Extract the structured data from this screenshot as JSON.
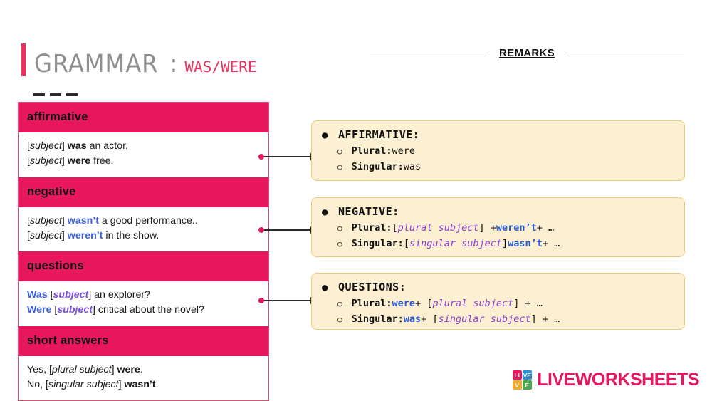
{
  "header": {
    "title_main": "GRAMMAR",
    "title_colon": ":",
    "title_sub": "WAS/WERE",
    "remarks": "REMARKS"
  },
  "table": {
    "sections": [
      {
        "heading": "affirmative",
        "lines": [
          {
            "parts": [
              {
                "t": "[",
                "s": "plain"
              },
              {
                "t": "subject",
                "s": "italic"
              },
              {
                "t": "] ",
                "s": "plain"
              },
              {
                "t": "was",
                "s": "bold"
              },
              {
                "t": " an actor.",
                "s": "plain"
              }
            ]
          },
          {
            "parts": [
              {
                "t": "[",
                "s": "plain"
              },
              {
                "t": "subject",
                "s": "italic"
              },
              {
                "t": "] ",
                "s": "plain"
              },
              {
                "t": "were",
                "s": "bold"
              },
              {
                "t": " free.",
                "s": "plain"
              }
            ]
          }
        ]
      },
      {
        "heading": "negative",
        "lines": [
          {
            "parts": [
              {
                "t": "[",
                "s": "plain"
              },
              {
                "t": "subject",
                "s": "italic"
              },
              {
                "t": "] ",
                "s": "plain"
              },
              {
                "t": "wasn’t",
                "s": "blue"
              },
              {
                "t": " a good performance..",
                "s": "plain"
              }
            ]
          },
          {
            "parts": [
              {
                "t": "[",
                "s": "plain"
              },
              {
                "t": "subject",
                "s": "italic"
              },
              {
                "t": "] ",
                "s": "plain"
              },
              {
                "t": "weren’t",
                "s": "blue"
              },
              {
                "t": " in the show.",
                "s": "plain"
              }
            ]
          }
        ]
      },
      {
        "heading": "questions",
        "lines": [
          {
            "parts": [
              {
                "t": "Was",
                "s": "blue"
              },
              {
                "t": " [",
                "s": "plain"
              },
              {
                "t": "subject",
                "s": "purple-italic"
              },
              {
                "t": "] an explorer?",
                "s": "plain"
              }
            ]
          },
          {
            "parts": [
              {
                "t": "Were",
                "s": "blue"
              },
              {
                "t": " [",
                "s": "plain"
              },
              {
                "t": "subject",
                "s": "purple-italic"
              },
              {
                "t": "] critical about the novel?",
                "s": "plain"
              }
            ]
          }
        ]
      },
      {
        "heading": "short answers",
        "lines": [
          {
            "parts": [
              {
                "t": "Yes, [",
                "s": "plain"
              },
              {
                "t": "plural subject",
                "s": "italic"
              },
              {
                "t": "] ",
                "s": "plain"
              },
              {
                "t": "were",
                "s": "bold"
              },
              {
                "t": ".",
                "s": "plain"
              }
            ]
          },
          {
            "parts": [
              {
                "t": "No, [",
                "s": "plain"
              },
              {
                "t": "singular subject",
                "s": "italic"
              },
              {
                "t": "] ",
                "s": "plain"
              },
              {
                "t": "wasn’t",
                "s": "bold"
              },
              {
                "t": ".",
                "s": "plain"
              }
            ]
          }
        ]
      }
    ]
  },
  "remarks_boxes": [
    {
      "title": "AFFIRMATIVE:",
      "items": [
        {
          "label": "Plural:",
          "parts": [
            {
              "t": " were",
              "s": "plain"
            }
          ]
        },
        {
          "label": "Singular:",
          "parts": [
            {
              "t": " was",
              "s": "plain"
            }
          ]
        }
      ]
    },
    {
      "title": "NEGATIVE:",
      "items": [
        {
          "label": "Plural:",
          "parts": [
            {
              "t": " [",
              "s": "plain"
            },
            {
              "t": "plural subject",
              "s": "purple"
            },
            {
              "t": "] + ",
              "s": "plain"
            },
            {
              "t": "weren’t",
              "s": "blue"
            },
            {
              "t": " + …",
              "s": "plain"
            }
          ]
        },
        {
          "label": "Singular:",
          "parts": [
            {
              "t": " [",
              "s": "plain"
            },
            {
              "t": "singular subject",
              "s": "purple"
            },
            {
              "t": "] ",
              "s": "plain"
            },
            {
              "t": "wasn’t",
              "s": "blue"
            },
            {
              "t": " + …",
              "s": "plain"
            }
          ]
        }
      ]
    },
    {
      "title": "QUESTIONS:",
      "items": [
        {
          "label": "Plural:",
          "parts": [
            {
              "t": " ",
              "s": "plain"
            },
            {
              "t": "were",
              "s": "blue"
            },
            {
              "t": " + [",
              "s": "plain"
            },
            {
              "t": "plural subject",
              "s": "purple"
            },
            {
              "t": "] + …",
              "s": "plain"
            }
          ]
        },
        {
          "label": "Singular:",
          "parts": [
            {
              "t": " ",
              "s": "plain"
            },
            {
              "t": "was",
              "s": "blue"
            },
            {
              "t": " + [",
              "s": "plain"
            },
            {
              "t": "singular subject",
              "s": "purple"
            },
            {
              "t": "] + …",
              "s": "plain"
            }
          ]
        }
      ]
    }
  ],
  "logo": {
    "cubes": [
      "LI",
      "VE",
      "V",
      "E"
    ],
    "brand": "LIVEWORKSHEETS"
  },
  "colors": {
    "pink": "#e8175d",
    "cream": "#fdf0d2",
    "cream_border": "#f0c978",
    "blue": "#3b5fe0",
    "purple": "#7b4fe0"
  }
}
